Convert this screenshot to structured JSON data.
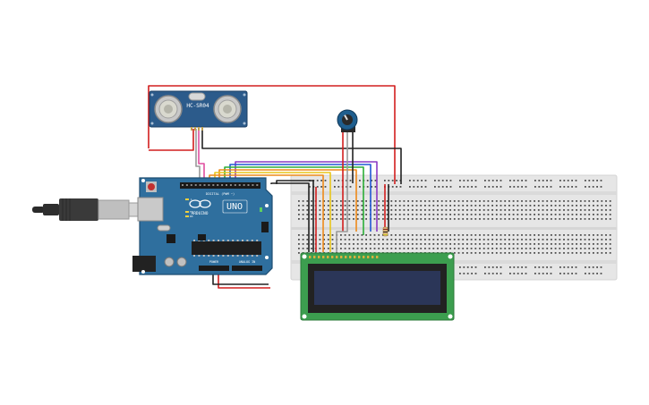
{
  "sensor": {
    "label": "HC-SR04"
  },
  "arduino": {
    "brand": "ARDUINO",
    "model": "UNO",
    "header_digital": "DIGITAL (PWM ~)",
    "header_power": "POWER",
    "header_analog": "ANALOG IN",
    "led_tx": "TX",
    "led_rx": "RX",
    "led_l": "L"
  },
  "colors": {
    "breadboard": "#e9e9e9",
    "breadboard_hole": "#4f4f4f",
    "rail_red": "#d03030",
    "rail_blue": "#3050c0",
    "arduino": "#2f6f9e",
    "arduino_dark": "#1e4e72",
    "sensor_board": "#2c5b8b",
    "lcd_pcb": "#3c9e4f",
    "lcd_screen": "#2b3658",
    "pot_blue": "#1f5e8e",
    "usb": "#2a2a2a",
    "wire_red": "#d21e1e",
    "wire_black": "#222222",
    "wire_orange": "#ee8a1a",
    "wire_yellow": "#e8c61a",
    "wire_green": "#2cae38",
    "wire_blue": "#2058d4",
    "wire_purple": "#8a3ac4",
    "wire_pink": "#e04fa0",
    "wire_gray": "#9a9a9a"
  }
}
